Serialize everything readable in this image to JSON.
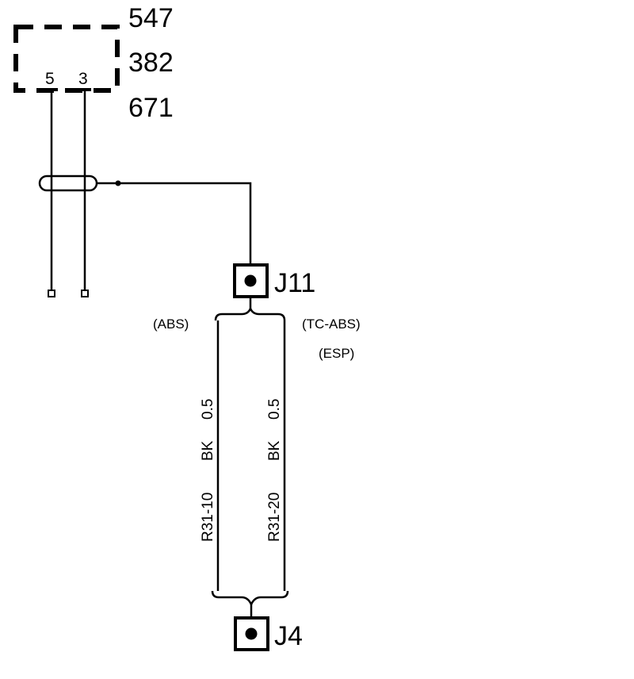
{
  "component": {
    "codes": [
      "547",
      "382",
      "671"
    ],
    "pins": [
      "5",
      "3"
    ]
  },
  "connectors": {
    "top": "J11",
    "bottom": "J4"
  },
  "variants": {
    "left": "(ABS)",
    "right_1": "(TC-ABS)",
    "right_2": "(ESP)"
  },
  "wires": [
    {
      "id": "R31-10",
      "color": "BK",
      "size": "0.5"
    },
    {
      "id": "R31-20",
      "color": "BK",
      "size": "0.5"
    }
  ]
}
